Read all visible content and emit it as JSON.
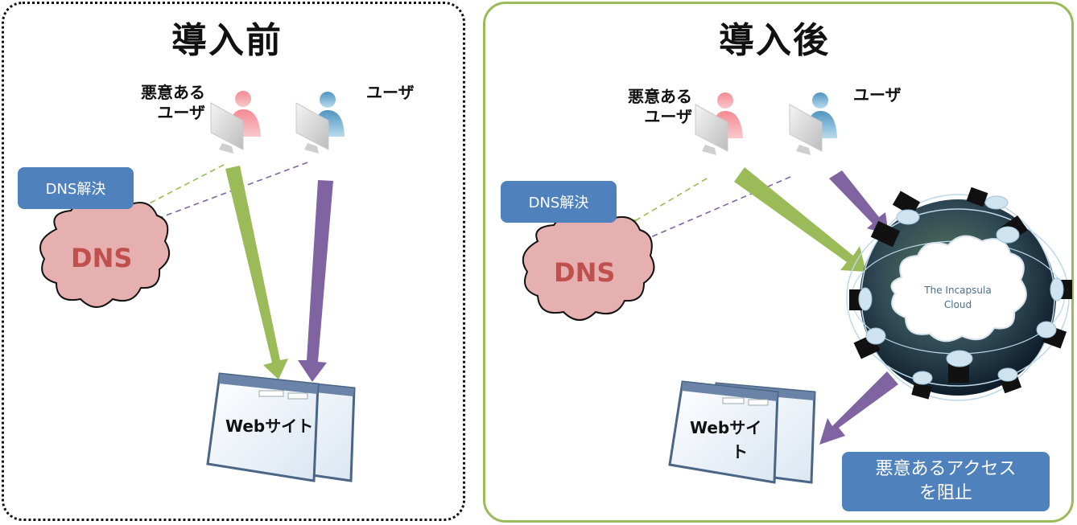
{
  "before": {
    "title": "導入前",
    "malicious_user_label_line1": "悪意ある",
    "malicious_user_label_line2": "ユーザ",
    "user_label": "ユーザ",
    "dns_resolve_label": "DNS解決",
    "dns_label": "DNS",
    "website_label": "Webサイト"
  },
  "after": {
    "title": "導入後",
    "malicious_user_label_line1": "悪意ある",
    "malicious_user_label_line2": "ユーザ",
    "user_label": "ユーザ",
    "dns_resolve_label": "DNS解決",
    "dns_label": "DNS",
    "website_label_line1": "Webサイ",
    "website_label_line2": "ト",
    "cloud_label_line1": "The Incapsula",
    "cloud_label_line2": "Cloud",
    "block_label_line1": "悪意あるアクセス",
    "block_label_line2": "を阻止"
  },
  "colors": {
    "malicious_arrow": "#9bbb59",
    "user_arrow": "#8064a2",
    "resolve_box": "#4f81bd",
    "dns_cloud_fill": "#e6b0b0",
    "dns_text": "#c0504d",
    "after_border": "#9bbb59"
  }
}
